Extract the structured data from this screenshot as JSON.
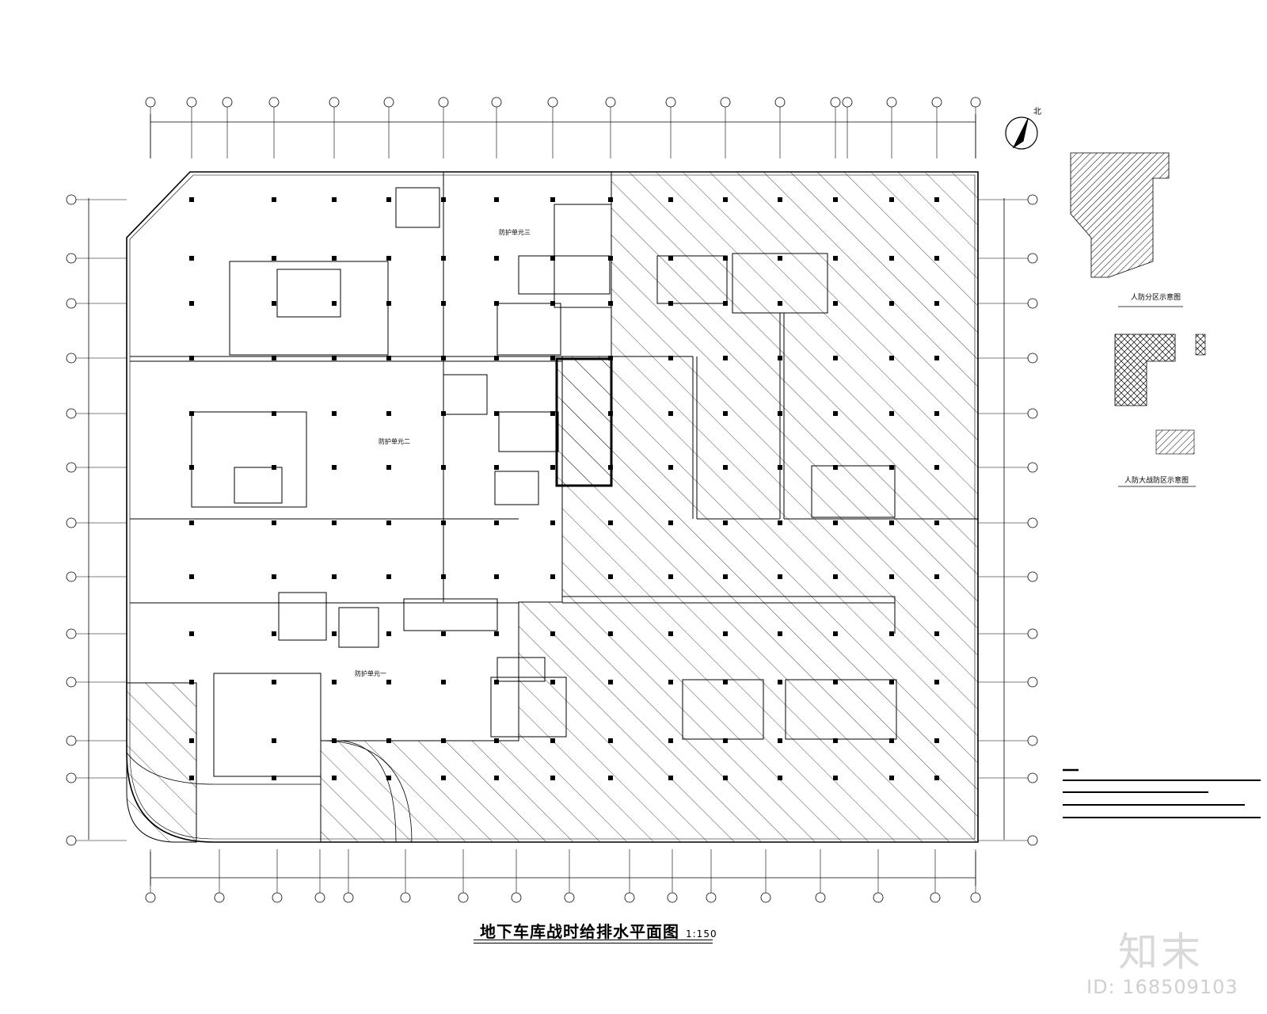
{
  "drawing": {
    "title": "地下车库战时给排水平面图",
    "scale": "1:150",
    "north_label": "北",
    "legend_captions": [
      "人防分区示意图",
      "人防大战防区示意图"
    ],
    "zone_labels": [
      "防护单元三",
      "防护单元二",
      "防护单元一"
    ]
  },
  "watermark": {
    "logo": "知末",
    "id": "ID: 168509103"
  },
  "colors": {
    "line": "#000000",
    "background": "#ffffff",
    "watermark": "#d9d9d9"
  }
}
